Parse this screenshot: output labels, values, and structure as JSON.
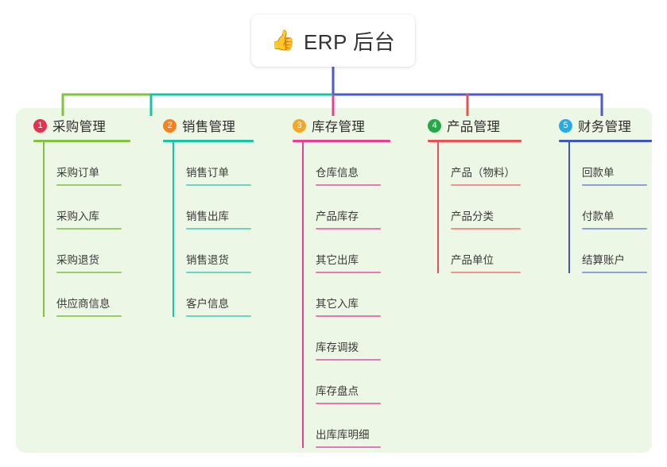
{
  "root": {
    "emoji": "👍",
    "emoji_name": "thumbs-up-icon",
    "title": "ERP 后台"
  },
  "palette": {
    "panel_bg": "#edf7e6",
    "canvas_bg": "#ffffff",
    "text": "#333333",
    "connector_green": "#82c241",
    "connector_teal": "#17c4a5",
    "connector_purple": "#4e5bc6",
    "connector_pink": "#ea3d93",
    "connector_red": "#ef4f52"
  },
  "columns": [
    {
      "index": "1",
      "title": "采购管理",
      "badge_color": "#e8304f",
      "line_color": "#82c241",
      "rule_color": "#9ccc6a",
      "drop_color": "#82c241",
      "items": [
        {
          "label": "采购订单"
        },
        {
          "label": "采购入库"
        },
        {
          "label": "采购退货"
        },
        {
          "label": "供应商信息"
        }
      ]
    },
    {
      "index": "2",
      "title": "销售管理",
      "badge_color": "#f58220",
      "line_color": "#17c4a5",
      "rule_color": "#6ed3c3",
      "drop_color": "#17c4a5",
      "items": [
        {
          "label": "销售订单"
        },
        {
          "label": "销售出库"
        },
        {
          "label": "销售退货"
        },
        {
          "label": "客户信息"
        }
      ]
    },
    {
      "index": "3",
      "title": "库存管理",
      "badge_color": "#f5a623",
      "line_color": "#ea3d93",
      "rule_color": "#e878b4",
      "drop_color": "#ea3d93",
      "items": [
        {
          "label": "仓库信息"
        },
        {
          "label": "产品库存"
        },
        {
          "label": "其它出库"
        },
        {
          "label": "其它入库"
        },
        {
          "label": "库存调拨"
        },
        {
          "label": "库存盘点"
        },
        {
          "label": "出库库明细"
        }
      ]
    },
    {
      "index": "4",
      "title": "产品管理",
      "badge_color": "#24a949",
      "line_color": "#ef4f52",
      "rule_color": "#f0918f",
      "drop_color": "#ef4f52",
      "items": [
        {
          "label": "产品（物料）"
        },
        {
          "label": "产品分类"
        },
        {
          "label": "产品单位"
        }
      ]
    },
    {
      "index": "5",
      "title": "财务管理",
      "badge_color": "#29abe2",
      "line_color": "#3f56bd",
      "rule_color": "#8a9fdd",
      "drop_color": "#4e5bc6",
      "items": [
        {
          "label": "回款单"
        },
        {
          "label": "付款单"
        },
        {
          "label": "结算账户"
        }
      ]
    }
  ]
}
